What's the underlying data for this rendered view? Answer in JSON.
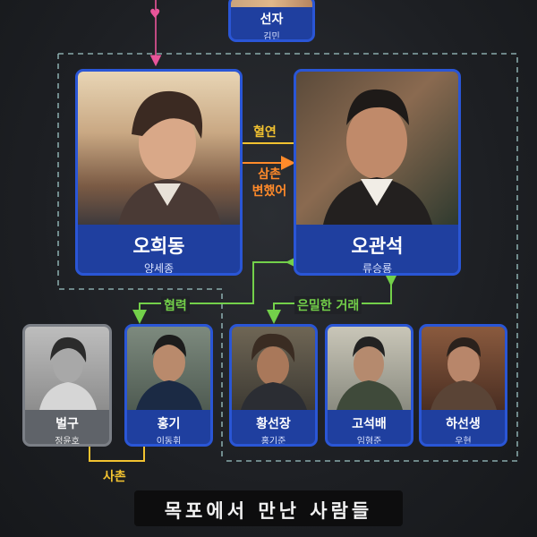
{
  "characters": {
    "seonja": {
      "name": "선자",
      "actor": "김민"
    },
    "ohuidong": {
      "name": "오희동",
      "actor": "양세종"
    },
    "ogwanseok": {
      "name": "오관석",
      "actor": "류승룡"
    },
    "beolgu": {
      "name": "벌구",
      "actor": "정윤호"
    },
    "honggi": {
      "name": "홍기",
      "actor": "이동휘"
    },
    "hwangseonjang": {
      "name": "황선장",
      "actor": "홍기준"
    },
    "goseokbae": {
      "name": "고석배",
      "actor": "임형준"
    },
    "haseonsaeng": {
      "name": "하선생",
      "actor": "우현"
    }
  },
  "relations": {
    "blood": "혈연",
    "uncle_line1": "삼촌",
    "uncle_line2": "변했어",
    "cooperation": "협력",
    "secret_deal": "은밀한 거래",
    "cousin": "사촌"
  },
  "title": "목포에서 만난 사람들",
  "colors": {
    "card_blue": "#2a56d6",
    "dashed_lines": "#9ec6c6",
    "blood_line": "#f2c230",
    "uncle_line": "#ff8a2a",
    "green_line": "#73d04a",
    "heart": "#e8559a"
  }
}
